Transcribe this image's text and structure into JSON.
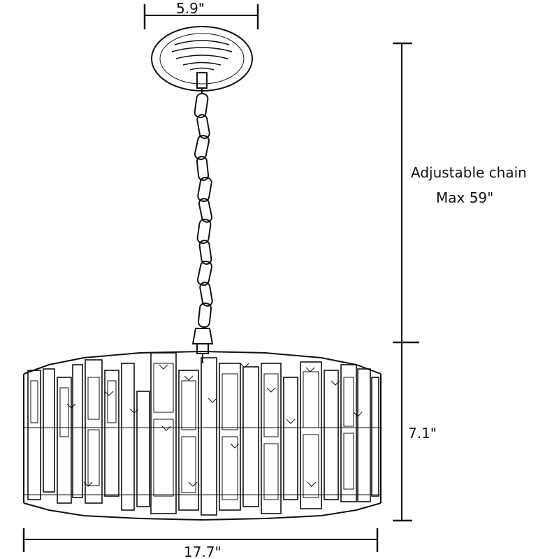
{
  "dimensions": {
    "canopy_width": "5.9\"",
    "overall_width": "17.7\"",
    "body_height": "7.1\"",
    "chain_label_line1": "Adjustable chain",
    "chain_label_line2": "Max 59\""
  },
  "colors": {
    "line": "#111111",
    "background": "#ffffff"
  }
}
